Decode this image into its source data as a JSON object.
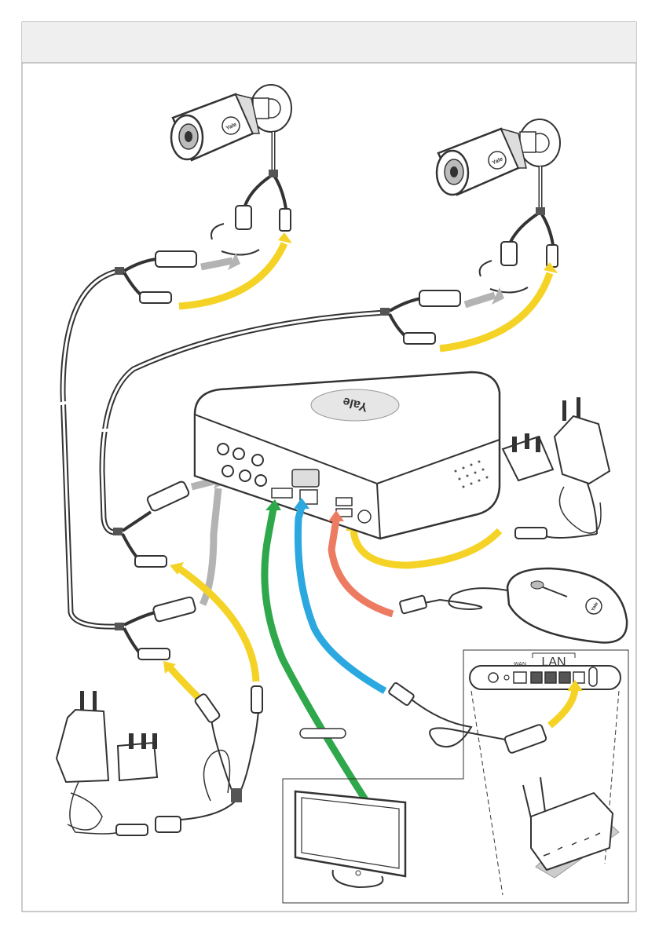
{
  "header": {
    "title": ""
  },
  "brand": {
    "logo_text": "Yale"
  },
  "router": {
    "wan_label": "WAN",
    "lan_label": "LAN"
  },
  "monitor_port": {
    "label": ""
  },
  "colors": {
    "green_hdmi": "#2ea84a",
    "blue_network": "#2aa8df",
    "red_usb": "#ec7b62",
    "yellow_power": "#f5d326",
    "grey_video": "#b3b3b3",
    "header_bg": "#efefef",
    "border": "#999999"
  },
  "icons": [
    "camera-icon",
    "nvr-icon",
    "router-icon",
    "monitor-icon",
    "mouse-icon",
    "power-adapter-icon",
    "plug-adapter-icon"
  ]
}
